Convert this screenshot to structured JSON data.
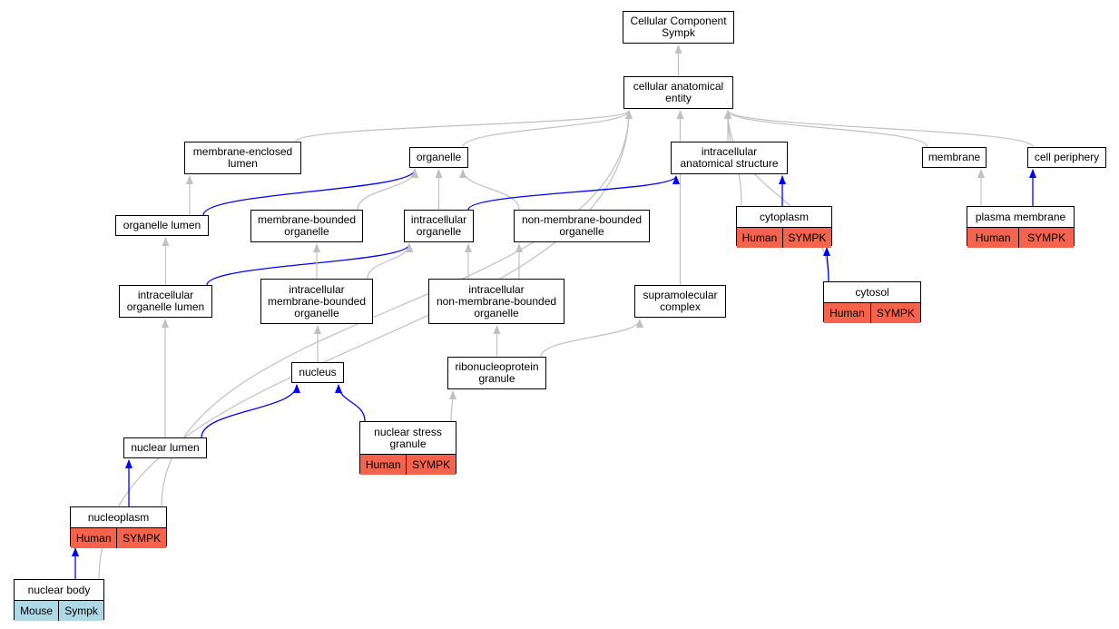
{
  "colors": {
    "is_a": "#c0c0c0",
    "part_of": "#0000ff",
    "human": "#f4634b",
    "mouse": "#add8e6"
  },
  "nodes": {
    "cc_root": {
      "label": "Cellular Component\nSympk"
    },
    "cae": {
      "label": "cellular anatomical\nentity"
    },
    "mel": {
      "label": "membrane-enclosed\nlumen"
    },
    "organelle": {
      "label": "organelle"
    },
    "ias": {
      "label": "intracellular\nanatomical structure"
    },
    "membrane": {
      "label": "membrane"
    },
    "cellper": {
      "label": "cell periphery"
    },
    "orglumen": {
      "label": "organelle lumen"
    },
    "mbo": {
      "label": "membrane-bounded\norganelle"
    },
    "intorg": {
      "label": "intracellular\norganelle"
    },
    "nmbo": {
      "label": "non-membrane-bounded\norganelle"
    },
    "cytoplasm": {
      "label": "cytoplasm",
      "tags": [
        {
          "text": "Human",
          "kind": "human"
        },
        {
          "text": "SYMPK",
          "kind": "human"
        }
      ]
    },
    "plasmamem": {
      "label": "plasma membrane",
      "tags": [
        {
          "text": "Human",
          "kind": "human"
        },
        {
          "text": "SYMPK",
          "kind": "human"
        }
      ]
    },
    "iol": {
      "label": "intracellular\norganelle lumen"
    },
    "imbo": {
      "label": "intracellular\nmembrane-bounded\norganelle"
    },
    "inmbo": {
      "label": "intracellular\nnon-membrane-bounded\norganelle"
    },
    "supra": {
      "label": "supramolecular\ncomplex"
    },
    "cytosol": {
      "label": "cytosol",
      "tags": [
        {
          "text": "Human",
          "kind": "human"
        },
        {
          "text": "SYMPK",
          "kind": "human"
        }
      ]
    },
    "nucleus": {
      "label": "nucleus"
    },
    "rnpg": {
      "label": "ribonucleoprotein\ngranule"
    },
    "nsg": {
      "label": "nuclear stress\ngranule",
      "tags": [
        {
          "text": "Human",
          "kind": "human"
        },
        {
          "text": "SYMPK",
          "kind": "human"
        }
      ]
    },
    "nuclumen": {
      "label": "nuclear lumen"
    },
    "nucleoplasm": {
      "label": "nucleoplasm",
      "tags": [
        {
          "text": "Human",
          "kind": "human"
        },
        {
          "text": "SYMPK",
          "kind": "human"
        }
      ]
    },
    "nucbody": {
      "label": "nuclear body",
      "tags": [
        {
          "text": "Mouse",
          "kind": "mouse"
        },
        {
          "text": "Sympk",
          "kind": "mouse"
        }
      ]
    }
  },
  "edges": [
    {
      "from": "cae",
      "to": "cc_root",
      "type": "is_a"
    },
    {
      "from": "mel",
      "to": "cae",
      "type": "is_a"
    },
    {
      "from": "organelle",
      "to": "cae",
      "type": "is_a"
    },
    {
      "from": "ias",
      "to": "cae",
      "type": "is_a"
    },
    {
      "from": "membrane",
      "to": "cae",
      "type": "is_a"
    },
    {
      "from": "cellper",
      "to": "cae",
      "type": "is_a"
    },
    {
      "from": "cytoplasm",
      "to": "cae",
      "type": "is_a"
    },
    {
      "from": "cytosol",
      "to": "cae",
      "type": "is_a"
    },
    {
      "from": "supra",
      "to": "cae",
      "type": "is_a"
    },
    {
      "from": "nucleoplasm",
      "to": "cae",
      "type": "is_a"
    },
    {
      "from": "nucbody",
      "to": "cae",
      "type": "is_a"
    },
    {
      "from": "orglumen",
      "to": "mel",
      "type": "is_a"
    },
    {
      "from": "orglumen",
      "to": "organelle",
      "type": "part_of"
    },
    {
      "from": "mbo",
      "to": "organelle",
      "type": "is_a"
    },
    {
      "from": "intorg",
      "to": "organelle",
      "type": "is_a"
    },
    {
      "from": "nmbo",
      "to": "organelle",
      "type": "is_a"
    },
    {
      "from": "intorg",
      "to": "ias",
      "type": "part_of"
    },
    {
      "from": "cytoplasm",
      "to": "ias",
      "type": "part_of"
    },
    {
      "from": "plasmamem",
      "to": "membrane",
      "type": "is_a"
    },
    {
      "from": "plasmamem",
      "to": "cellper",
      "type": "part_of"
    },
    {
      "from": "iol",
      "to": "orglumen",
      "type": "is_a"
    },
    {
      "from": "iol",
      "to": "intorg",
      "type": "part_of"
    },
    {
      "from": "imbo",
      "to": "mbo",
      "type": "is_a"
    },
    {
      "from": "imbo",
      "to": "intorg",
      "type": "is_a"
    },
    {
      "from": "inmbo",
      "to": "intorg",
      "type": "is_a"
    },
    {
      "from": "inmbo",
      "to": "nmbo",
      "type": "is_a"
    },
    {
      "from": "cytosol",
      "to": "cytoplasm",
      "type": "part_of"
    },
    {
      "from": "nucleus",
      "to": "imbo",
      "type": "is_a"
    },
    {
      "from": "rnpg",
      "to": "inmbo",
      "type": "is_a"
    },
    {
      "from": "rnpg",
      "to": "supra",
      "type": "is_a"
    },
    {
      "from": "nsg",
      "to": "nucleus",
      "type": "part_of"
    },
    {
      "from": "nsg",
      "to": "rnpg",
      "type": "is_a"
    },
    {
      "from": "nuclumen",
      "to": "iol",
      "type": "is_a"
    },
    {
      "from": "nuclumen",
      "to": "nucleus",
      "type": "part_of"
    },
    {
      "from": "nucleoplasm",
      "to": "nuclumen",
      "type": "part_of"
    },
    {
      "from": "nucbody",
      "to": "nucleoplasm",
      "type": "part_of"
    }
  ]
}
